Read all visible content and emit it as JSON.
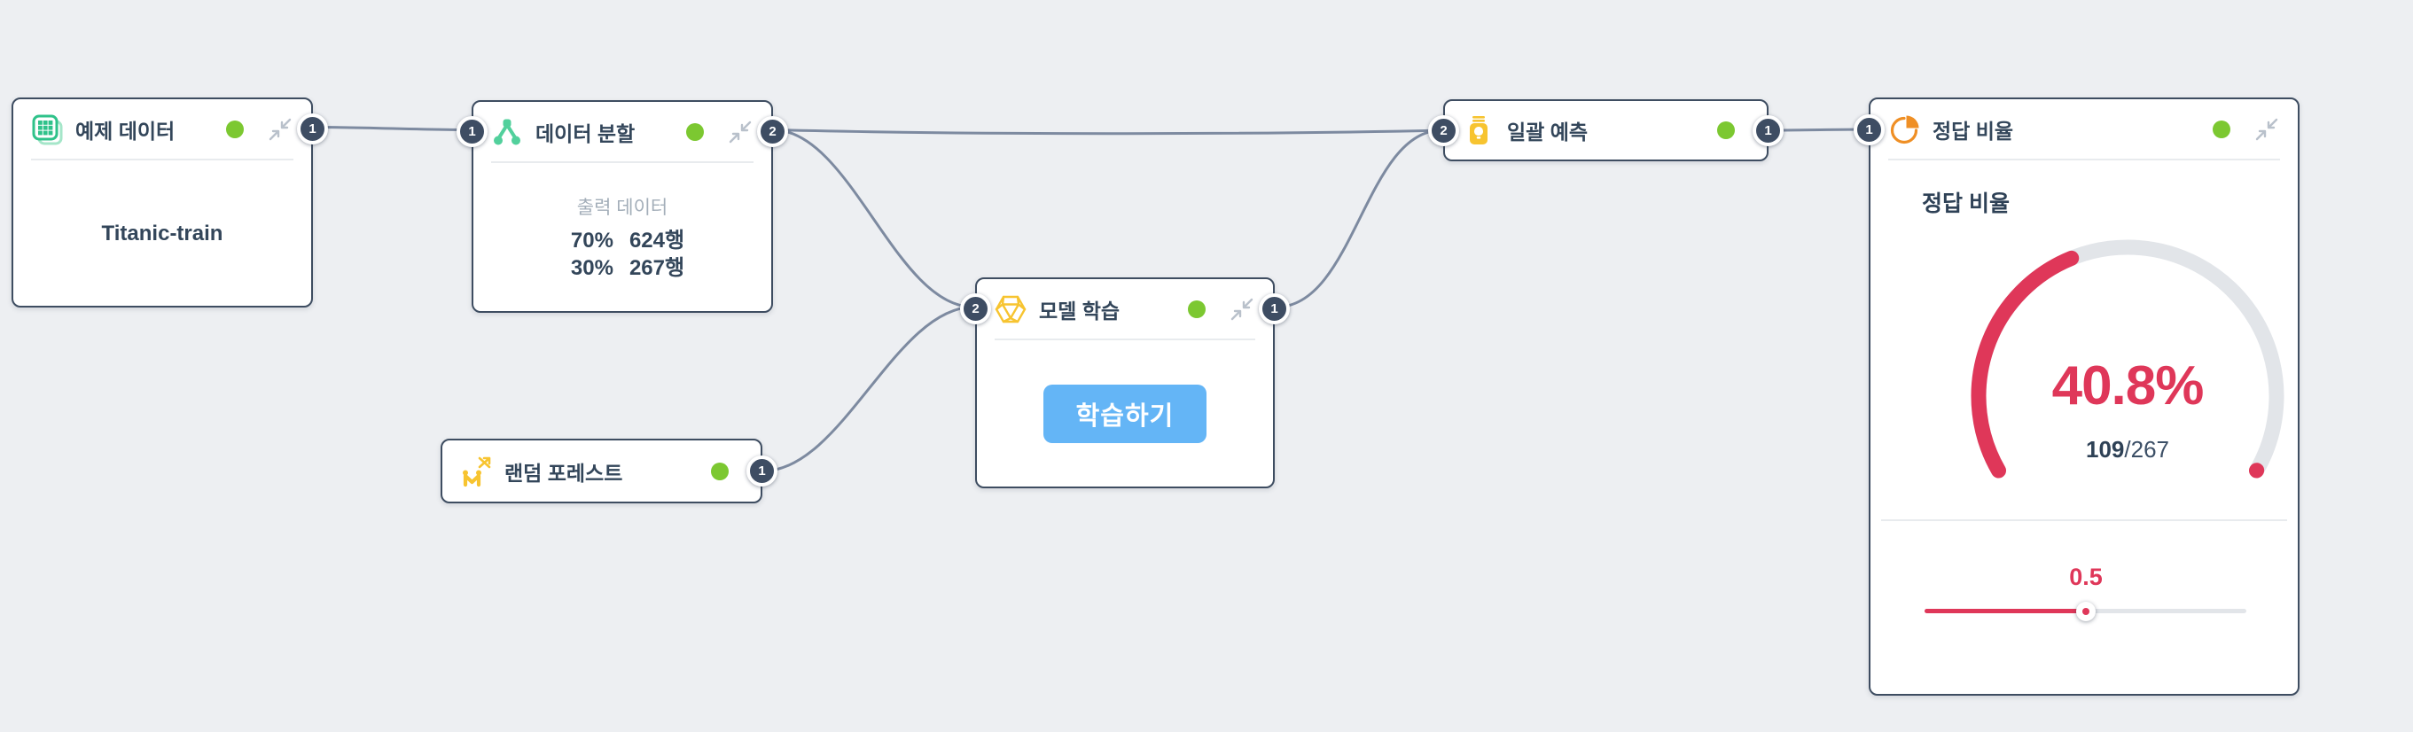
{
  "app": {
    "background": "#edeff2"
  },
  "colors": {
    "node_border": "#3e4d61",
    "edge": "#7d8aa0",
    "port_badge": "#3e4d63",
    "status_green": "#7cc831",
    "mint": "#45c998",
    "yellow": "#f7c430",
    "orange": "#ef8f25",
    "blue_button": "#64b5f6",
    "gauge_red": "#df3759",
    "gauge_track": "#e2e5e9",
    "title_text": "#33465a",
    "muted_text": "#a3aeb9"
  },
  "nodes": {
    "example_data": {
      "title": "예제 데이터",
      "port_out": "1",
      "dataset": "Titanic-train"
    },
    "data_split": {
      "title": "데이터 분할",
      "port_in": "1",
      "port_out": "2",
      "output_label": "출력 데이터",
      "splits": [
        {
          "percent": "70%",
          "rows": "624행"
        },
        {
          "percent": "30%",
          "rows": "267행"
        }
      ]
    },
    "model_train": {
      "title": "모델 학습",
      "port_in": "2",
      "port_out": "1",
      "button": "학습하기"
    },
    "random_forest": {
      "title": "랜덤 포레스트",
      "port_out": "1"
    },
    "batch_predict": {
      "title": "일괄 예측",
      "port_in": "2",
      "port_out": "1"
    },
    "accuracy": {
      "title": "정답 비율",
      "port_in": "1",
      "body_title": "정답 비율",
      "gauge": {
        "percent": 40.8,
        "percent_label": "40.8%",
        "correct": "109",
        "total": "/267",
        "sweep_deg": 240
      },
      "slider": {
        "label": "0.5",
        "value": 0.5,
        "min": 0,
        "max": 1
      }
    }
  },
  "chart_data": {
    "type": "gauge",
    "title": "정답 비율",
    "value": 40.8,
    "max": 100,
    "display": "40.8%",
    "fraction": "109/267",
    "threshold": 0.5
  }
}
